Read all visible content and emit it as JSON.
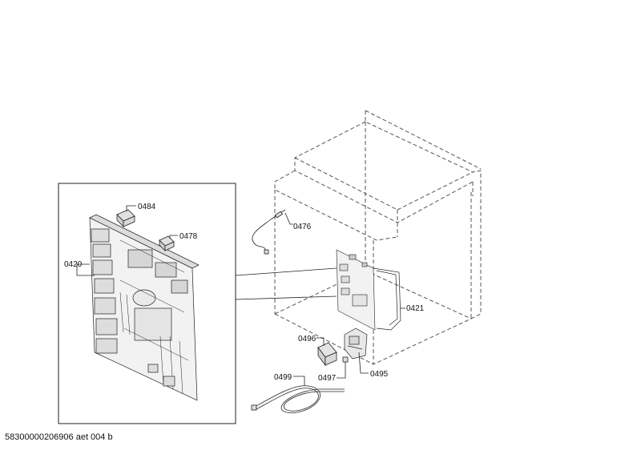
{
  "labels": {
    "p0484": "0484",
    "p0478": "0478",
    "p0420": "0420",
    "p0476": "0476",
    "p0421": "0421",
    "p0496": "0496",
    "p0497": "0497",
    "p0495": "0495",
    "p0499": "0499"
  },
  "footer": {
    "drawing_id": "58300000206906 aet 004 b"
  },
  "colors": {
    "line": "#222222",
    "dash": "#555555",
    "part_fill": "#e6e6e6"
  }
}
